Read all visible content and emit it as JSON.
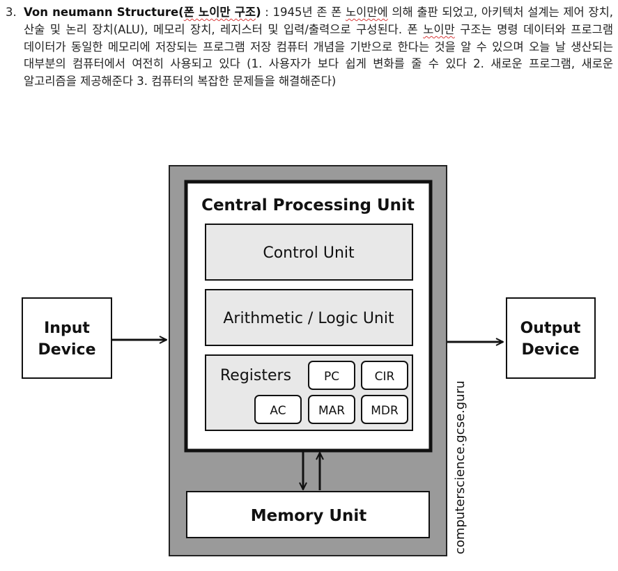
{
  "item_number": "3.",
  "title": "Von neumann Structure(폰 노이만 구조)",
  "title_prefix": "Von neumann Structure(",
  "title_korean": "폰 노이만 구조",
  "title_suffix": ")",
  "body_part1": " : 1945년 존 폰 ",
  "body_noiman1": "노이만에",
  "body_part2": " 의해 출판 되었고, 아키텍처 설계는 제어 장치, 산술 및 논리 장치(ALU), 메모리 장치, 레지스터 및 입력/출력으로 구성된다. 폰 ",
  "body_noiman2": "노이만",
  "body_part3": " 구조는 명령 데이터와 프로그램 데이터가 동일한 메모리에 저장되는 프로그램 저장 컴퓨터 개념을 기반으로 한다는 것을 알 수 있으며 오늘 날 생산되는 대부분의 컴퓨터에서 여전히 사용되고 있다 (1. 사용자가 보다 쉽게 변화를 줄 수 있다 2. 새로운 프로그램, 새로운 알고리즘을 제공해준다 3. 컴퓨터의 복잡한 문제들을 해결해준다)",
  "diagram": {
    "input_line1": "Input",
    "input_line2": "Device",
    "output_line1": "Output",
    "output_line2": "Device",
    "cpu_title": "Central Processing Unit",
    "control_unit": "Control Unit",
    "alu": "Arithmetic / Logic Unit",
    "registers_label": "Registers",
    "reg_pc": "PC",
    "reg_cir": "CIR",
    "reg_ac": "AC",
    "reg_mar": "MAR",
    "reg_mdr": "MDR",
    "memory_unit": "Memory Unit",
    "watermark": "computerscience.gcse.guru"
  }
}
